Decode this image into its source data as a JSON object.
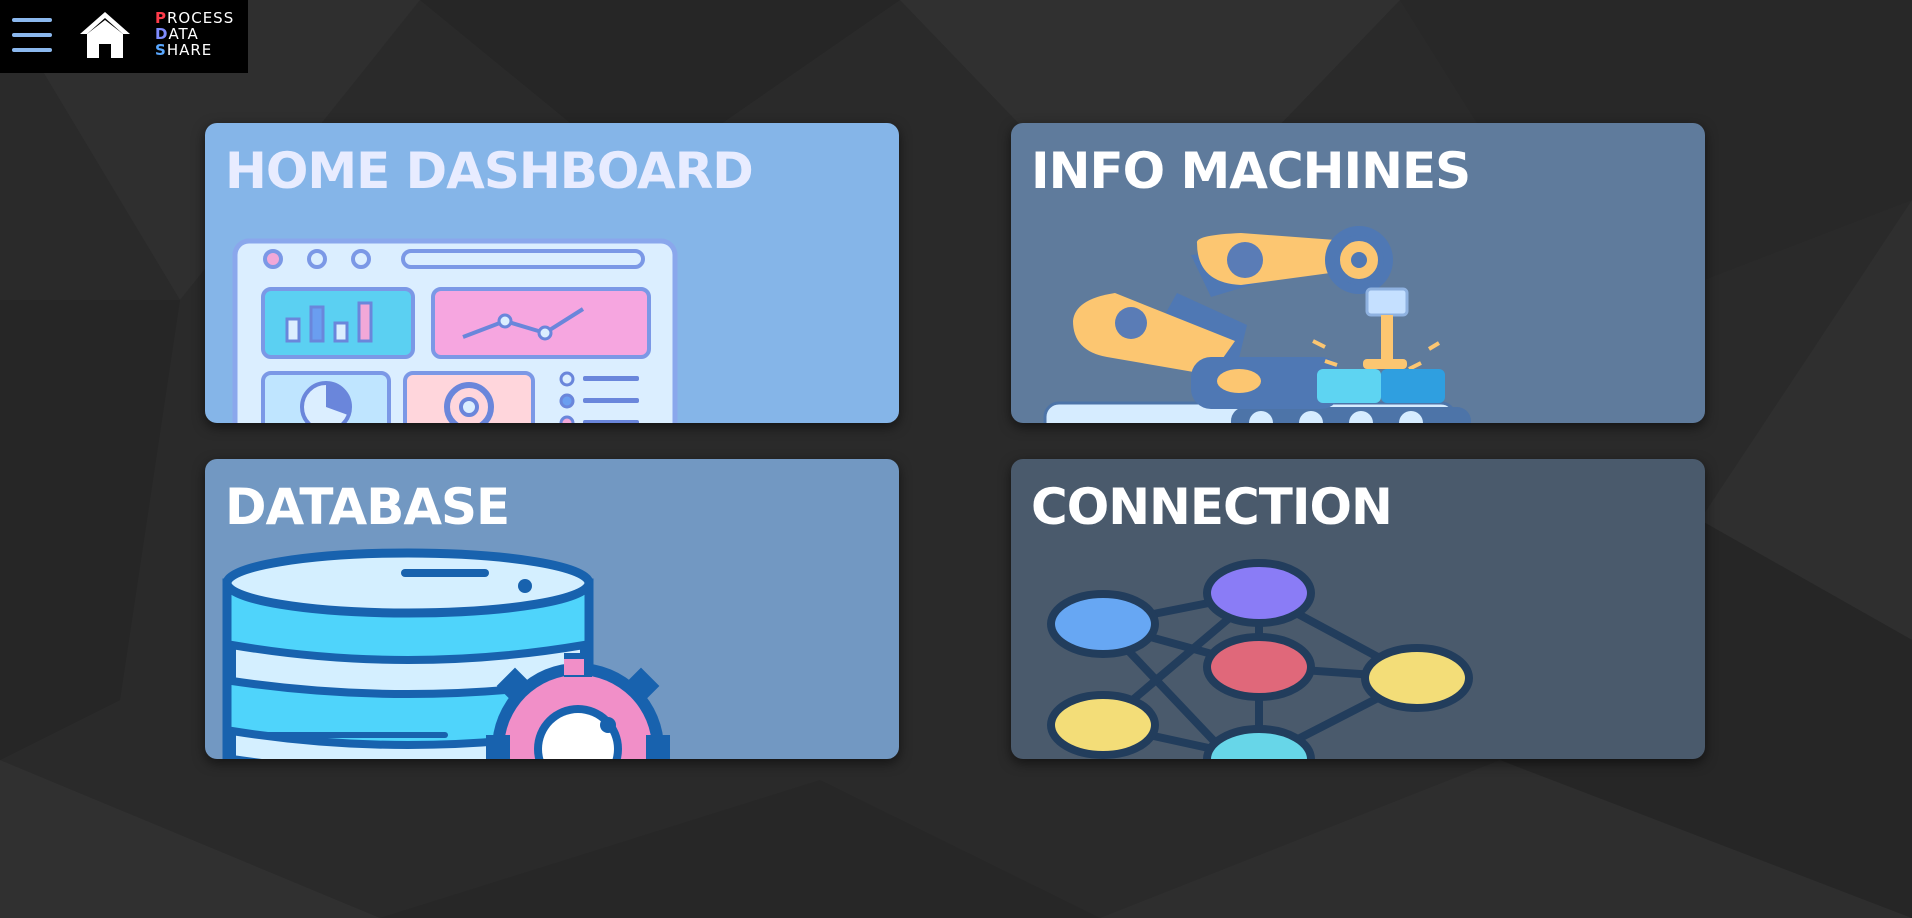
{
  "app": {
    "brand": {
      "lines": [
        {
          "initial": "P",
          "rest": "ROCESS"
        },
        {
          "initial": "D",
          "rest": "ATA"
        },
        {
          "initial": "S",
          "rest": "HARE"
        }
      ],
      "initial_colors": [
        "#ff3b4a",
        "#7f8cff",
        "#5aa8ff"
      ]
    },
    "menu_icon": "hamburger-menu-icon",
    "home_icon": "home-icon"
  },
  "tiles": [
    {
      "id": "home",
      "label": "HOME DASHBOARD",
      "icon": "dashboard-icon",
      "color": "#85b5e8"
    },
    {
      "id": "info",
      "label": "INFO MACHINES",
      "icon": "robot-arm-icon",
      "color": "#5f7b9c"
    },
    {
      "id": "db",
      "label": "DATABASE",
      "icon": "database-gear-icon",
      "color": "#7298c2"
    },
    {
      "id": "conn",
      "label": "CONNECTION",
      "icon": "network-icon",
      "color": "#4a5a6c"
    }
  ]
}
